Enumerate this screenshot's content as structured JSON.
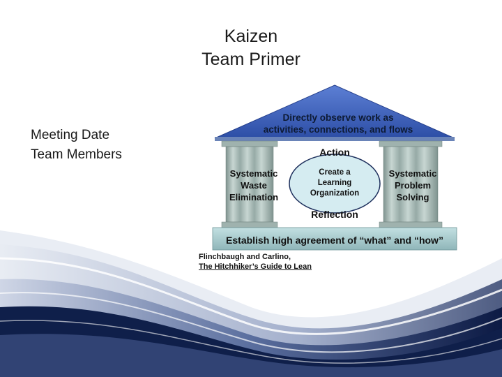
{
  "slide": {
    "title_line1": "Kaizen",
    "title_line2": "Team Primer",
    "meeting_date": "Meeting Date",
    "team_members": "Team Members"
  },
  "temple": {
    "roof_line1": "Directly observe work as",
    "roof_line2": "activities, connections, and flows",
    "left_pillar": [
      "Systematic",
      "Waste",
      "Elimination"
    ],
    "right_pillar": [
      "Systematic",
      "Problem",
      "Solving"
    ],
    "action": "Action",
    "center_oval": [
      "Create a",
      "Learning",
      "Organization"
    ],
    "reflection": "Reflection",
    "base": "Establish high agreement of “what” and “how”"
  },
  "citation": {
    "authors": "Flinchbaugh and Carlino,",
    "book": "The Hitchhiker’s  Guide to Lean"
  },
  "colors": {
    "roof": "#3b5fb8",
    "pillar": "#a9bdb9",
    "base": "#a7c8ca",
    "oval": "#d5ecf1",
    "swoosh_dark": "#0f1f4a"
  }
}
